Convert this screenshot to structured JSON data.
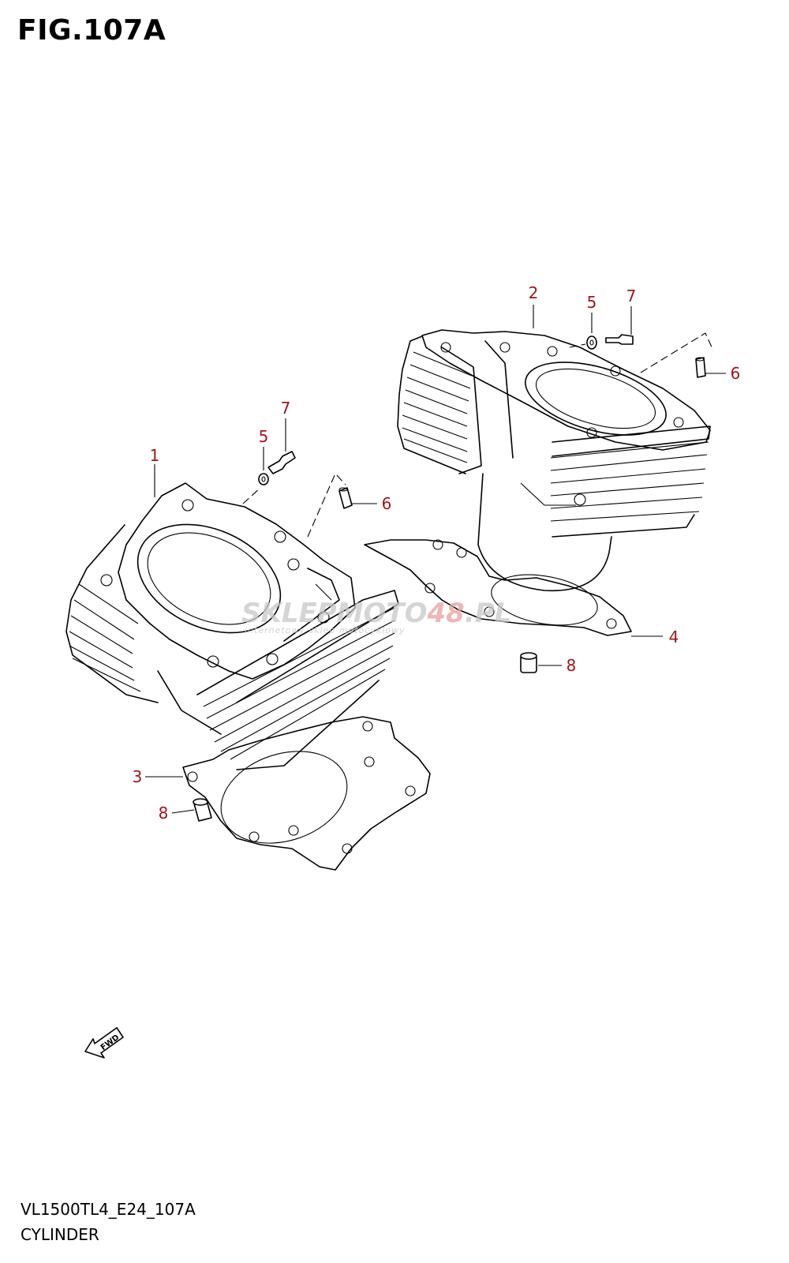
{
  "figure": {
    "title": "FIG.107A",
    "code": "VL1500TL4_E24_107A",
    "name": "CYLINDER"
  },
  "callouts": {
    "front_cylinder": "1",
    "rear_cylinder": "2",
    "front_gasket": "3",
    "rear_gasket": "4",
    "front_washer": "5",
    "rear_washer": "5",
    "front_fitting": "6",
    "rear_fitting": "6",
    "front_bolt": "7",
    "rear_bolt": "7",
    "front_dowel": "8",
    "rear_dowel": "8"
  },
  "watermark": {
    "brand_a": "SKLEP",
    "brand_b": "MOTO",
    "brand_c": "48",
    "brand_d": ".PL",
    "tagline": "internetowy sklep motocyklowy"
  },
  "fwd_label": "FWD",
  "colors": {
    "callout": "#a0161a",
    "watermark": "#c8c8c8",
    "watermark_accent": "#e8a0a0"
  }
}
